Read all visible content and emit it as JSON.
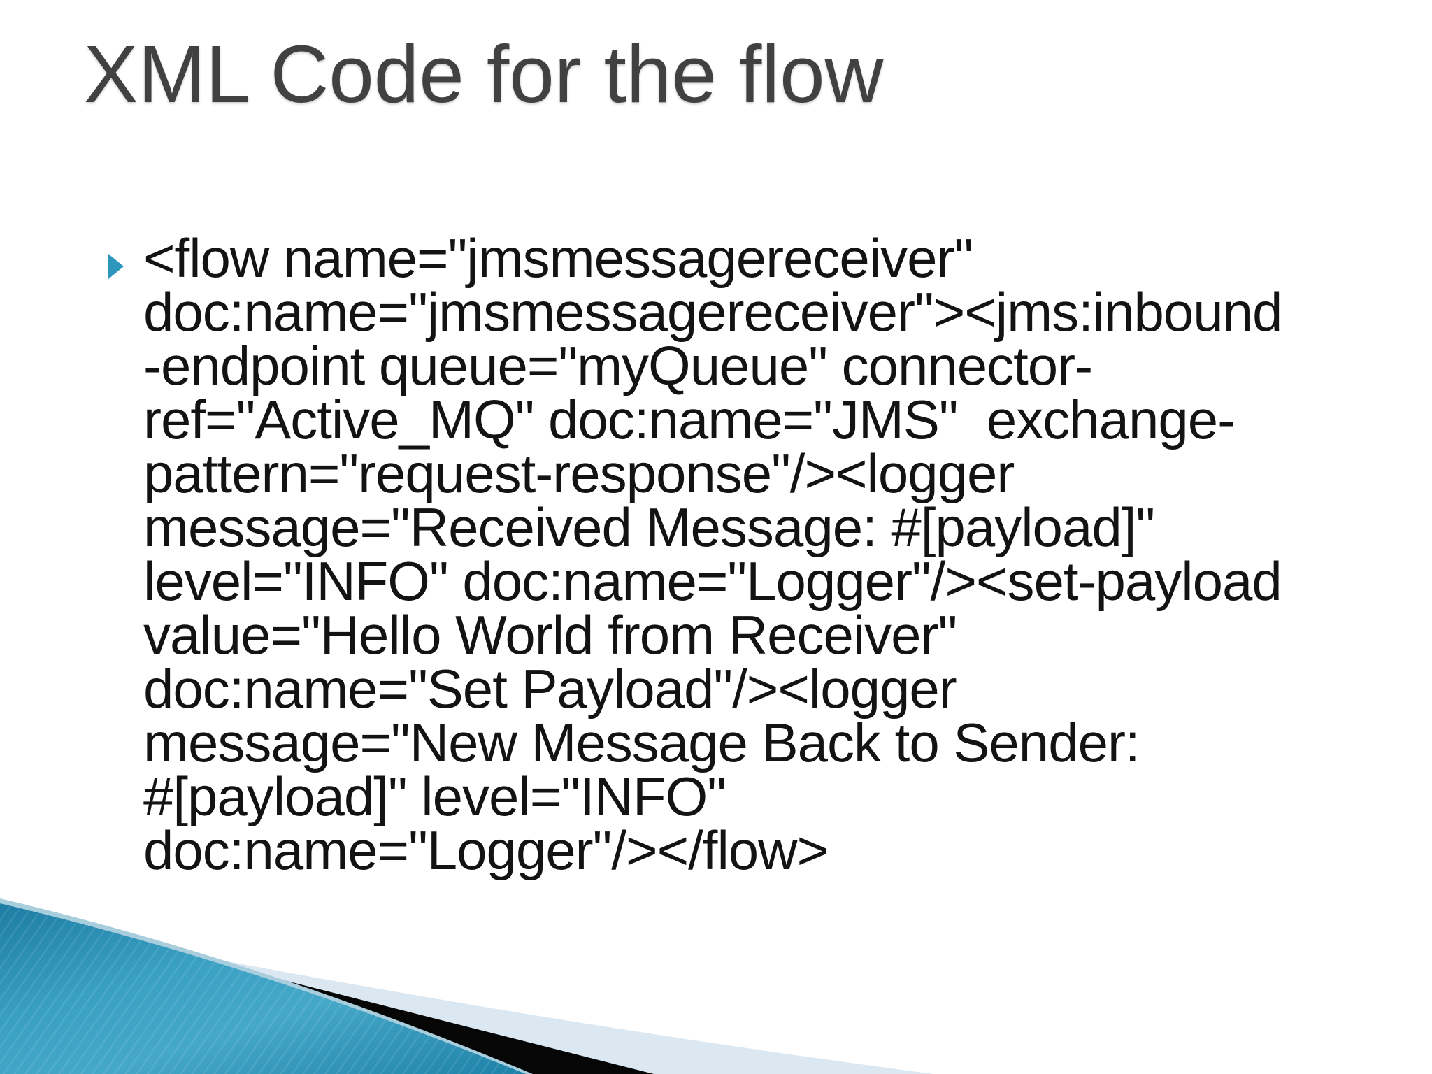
{
  "slide": {
    "title": "XML Code for the flow",
    "bullet": {
      "marker_icon": "right-triangle",
      "lines": [
        "<flow name=\"jmsmessagereceiver\"",
        "doc:name=\"jmsmessagereceiver\"><jms:inbound",
        "-endpoint queue=\"myQueue\" connector-",
        "ref=\"Active_MQ\" doc:name=\"JMS\"  exchange-",
        "pattern=\"request-response\"/><logger",
        "message=\"Received Message: #[payload]\"",
        "level=\"INFO\" doc:name=\"Logger\"/><set-payload",
        "value=\"Hello World from Receiver\"",
        "doc:name=\"Set Payload\"/><logger",
        "message=\"New Message Back to Sender:",
        "#[payload]\" level=\"INFO\"",
        "doc:name=\"Logger\"/></flow>"
      ],
      "code_full": "<flow name=\"jmsmessagereceiver\" doc:name=\"jmsmessagereceiver\"><jms:inbound-endpoint queue=\"myQueue\" connector-ref=\"Active_MQ\" doc:name=\"JMS\"  exchange-pattern=\"request-response\"/><logger message=\"Received Message: #[payload]\" level=\"INFO\" doc:name=\"Logger\"/><set-payload value=\"Hello World from Receiver\" doc:name=\"Set Payload\"/><logger message=\"New Message Back to Sender: #[payload]\" level=\"INFO\" doc:name=\"Logger\"/></flow>"
    },
    "colors": {
      "background": "#ffffff",
      "title_text": "#414141",
      "body_text": "#131313",
      "bullet_marker": "#2e96bc",
      "swoosh_teal_dark": "#1d7ca3",
      "swoosh_teal_mid": "#3aa0c3",
      "swoosh_teal_light": "#45a8c8",
      "swoosh_edge_line": "#a8cedd",
      "swoosh_black": "#060606",
      "swoosh_pale": "#dbe7f1"
    }
  }
}
